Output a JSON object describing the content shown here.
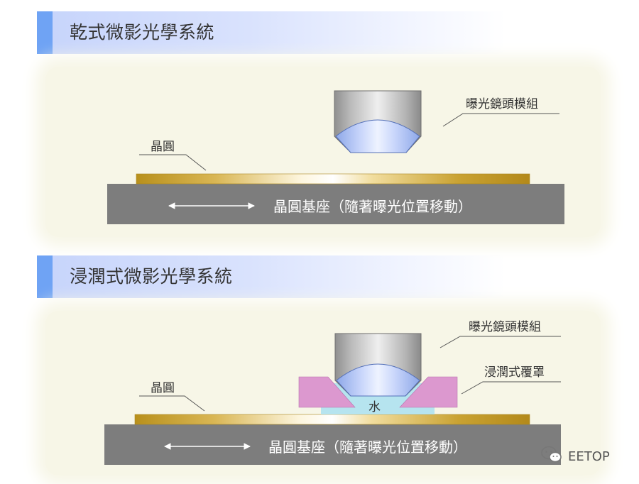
{
  "dry": {
    "title": "乾式微影光學系統",
    "lens_label": "曝光鏡頭模組",
    "wafer_label": "晶圓",
    "stage_label": "晶圓基座（隨著曝光位置移動）"
  },
  "immersion": {
    "title": "浸潤式微影光學系統",
    "lens_label": "曝光鏡頭模組",
    "hood_label": "浸潤式覆罩",
    "water_label": "水",
    "wafer_label": "晶圓",
    "stage_label": "晶圓基座（隨著曝光位置移動）"
  },
  "watermark": {
    "text": "EETOP",
    "icon": "wechat-icon"
  }
}
